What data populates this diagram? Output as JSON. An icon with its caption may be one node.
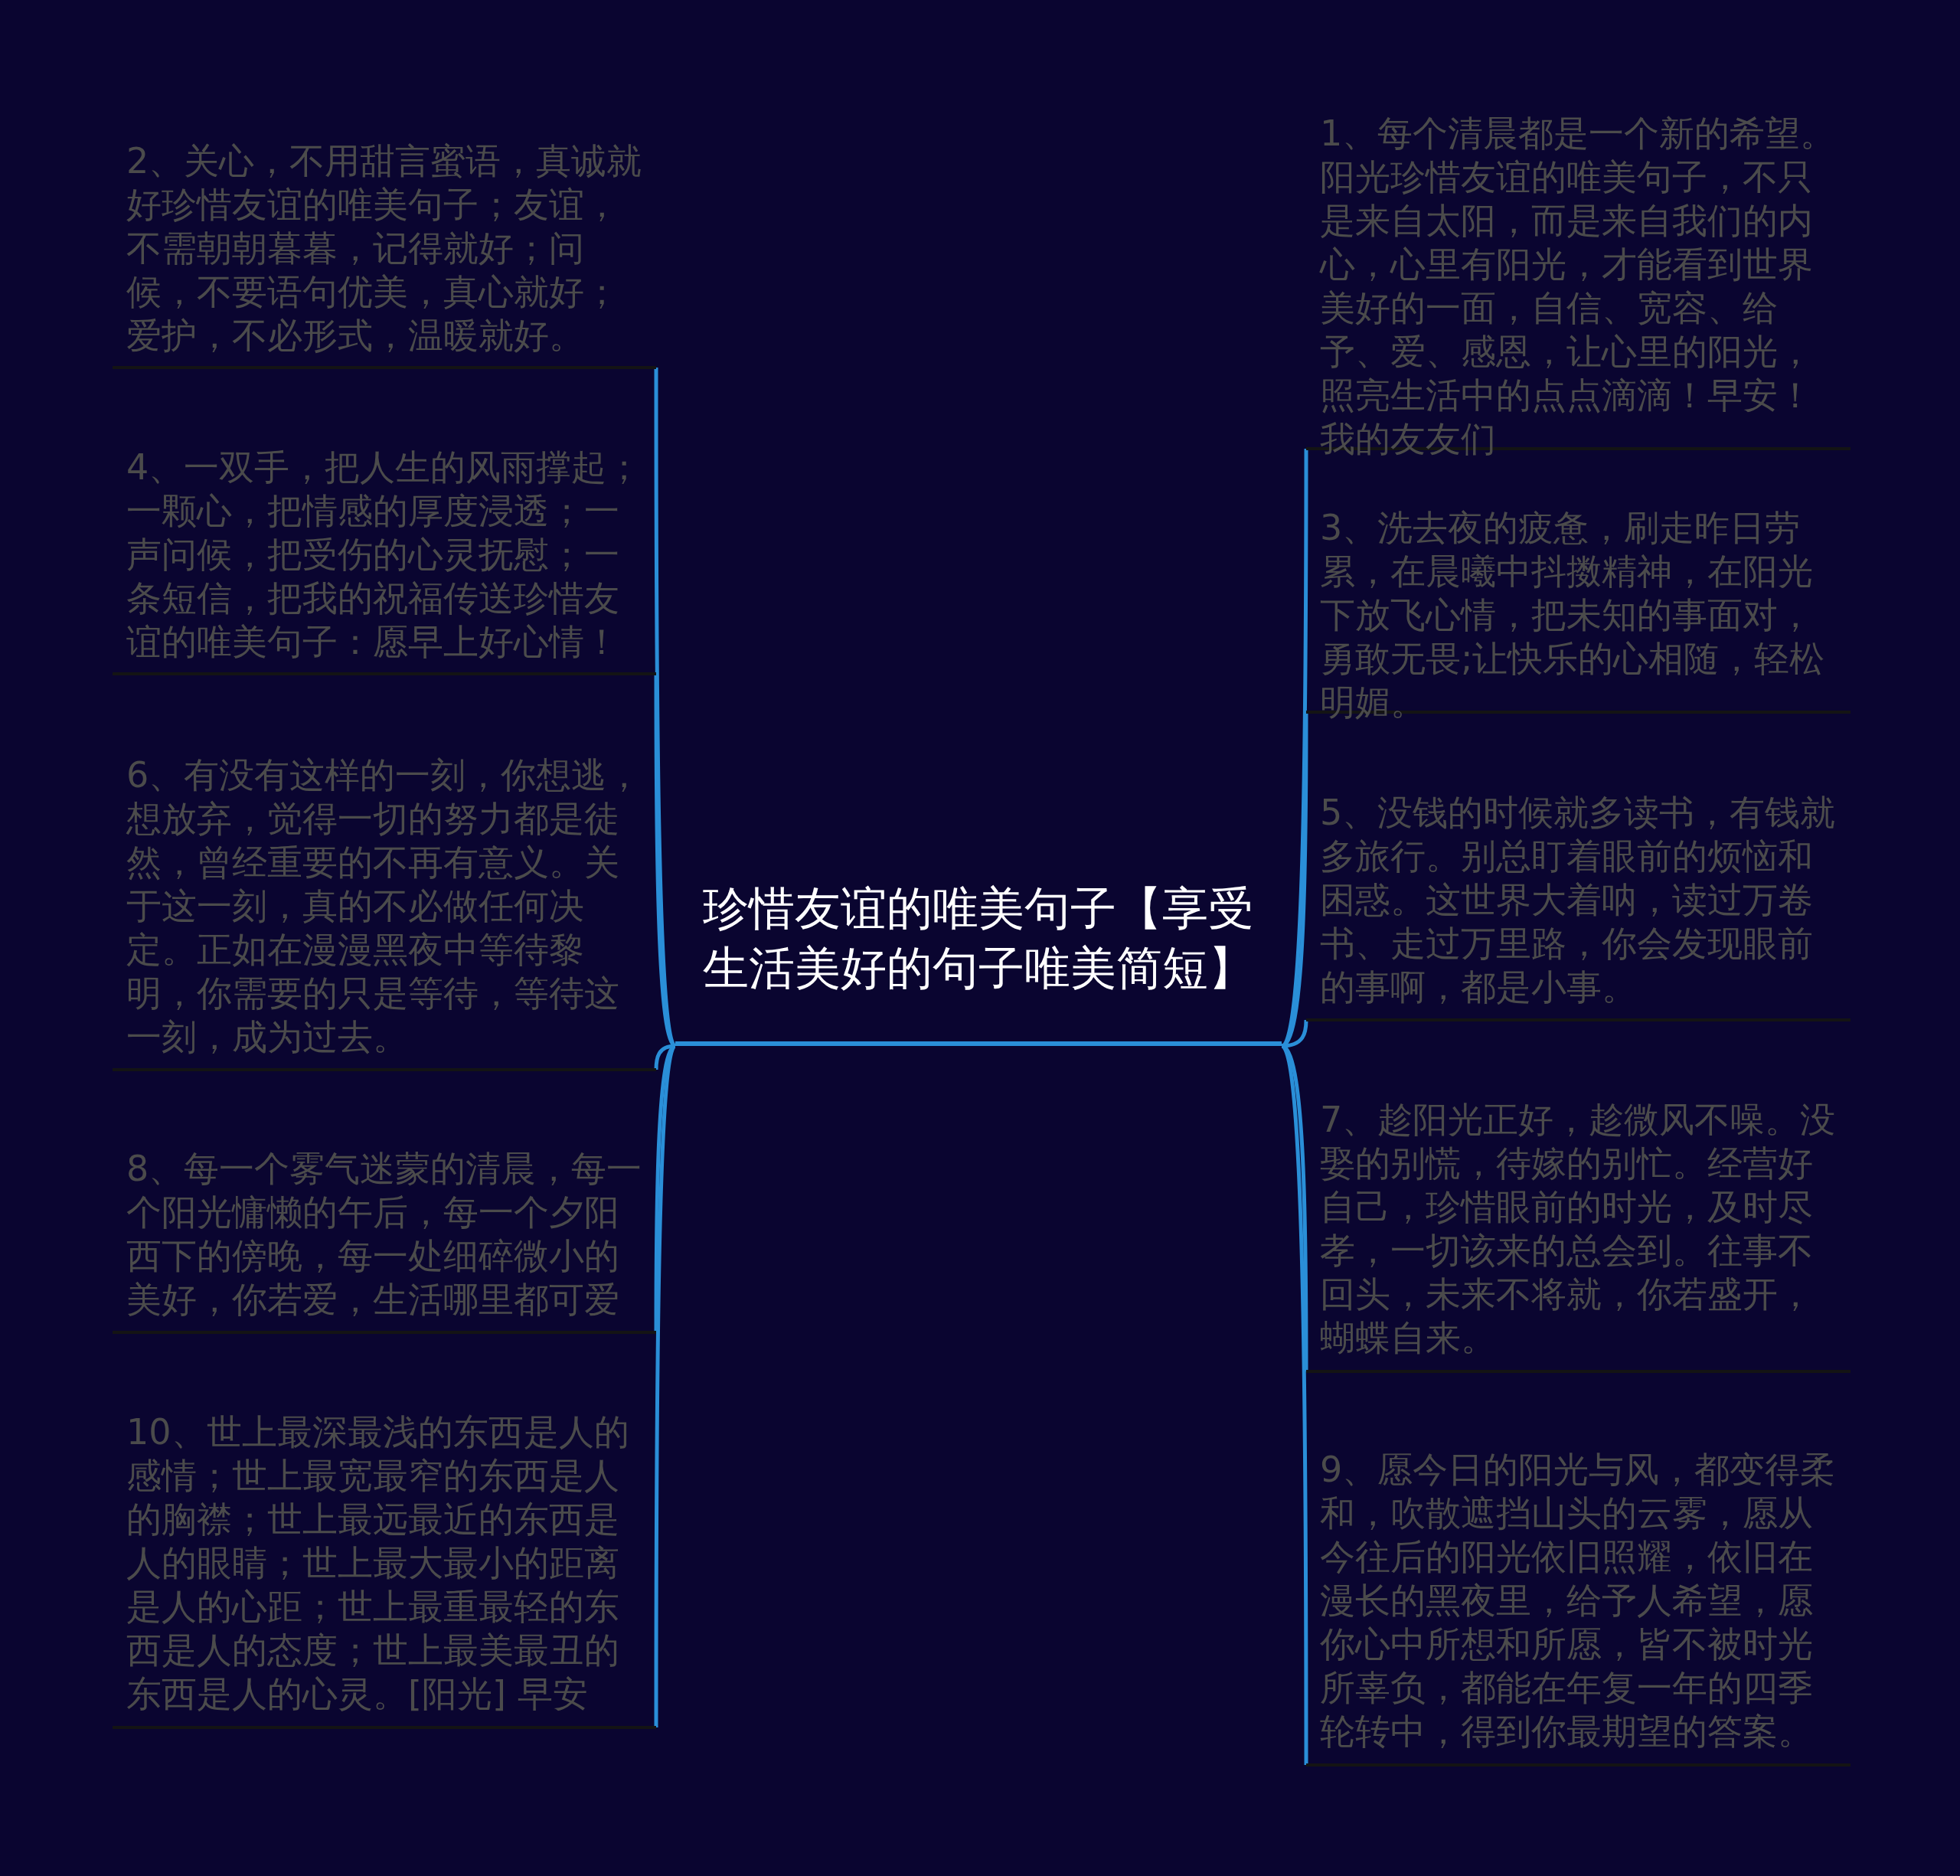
{
  "diagram": {
    "nodes": [
      {
        "text": [
          "珍惜友谊的唯美句子【享受生活美好的句子唯美简短】"
        ]
      },
      {
        "text": [
          "1、每个清晨都是一个新的希望。阳光珍惜友谊的唯美句子，不只是来自太阳，而是来自我们的内心，心里有阳光，才能看到世界美好的一面，自信、宽容、给予、爱、感恩，让心里的阳光，照亮生活中的点点滴滴！早安！我的友友们"
        ]
      },
      {
        "text": [
          "2、关心，不用甜言蜜语，真诚就好珍惜友谊的唯美句子；友谊，不需朝朝暮暮，记得就好；问候，不要语句优美，真心就好；爱护，不必形式，温暖就好。"
        ]
      },
      {
        "text": [
          "3、洗去夜的疲惫，刷走昨日劳累，在晨曦中抖擞精神，在阳光下放飞心情，把未知的事面对，勇敢无畏;让快乐的心相随，轻松明媚。"
        ]
      },
      {
        "text": [
          "4、一双手，把人生的风雨撑起；一颗心，把情感的厚度浸透；一声问候，把受伤的心灵抚慰；一条短信，把我的祝福传送珍惜友谊的唯美句子：愿早上好心情！"
        ]
      },
      {
        "text": [
          "5、没钱的时候就多读书，有钱就多旅行。别总盯着眼前的烦恼和困惑。这世界大着呐，读过万卷书、走过万里路，你会发现眼前的事啊，都是小事。"
        ]
      },
      {
        "text": [
          "6、有没有这样的一刻，你想逃，想放弃，觉得一切的努力都是徒然，曾经重要的不再有意义。关于这一刻，真的不必做任何决定。正如在漫漫黑夜中等待黎明，你需要的只是等待，等待这一刻，成为过去。"
        ]
      },
      {
        "text": [
          "7、趁阳光正好，趁微风不噪。没娶的别慌，待嫁的别忙。经营好自己，珍惜眼前的时光，及时尽孝，一切该来的总会到。往事不回头，未来不将就，你若盛开，蝴蝶自来。"
        ]
      },
      {
        "text": [
          "8、每一个雾气迷蒙的清晨，每一个阳光慵懒的午后，每一个夕阳西下的傍晚，每一处细碎微小的美好，你若爱，生活哪里都可爱"
        ]
      },
      {
        "text": [
          "9、愿今日的阳光与风，都变得柔和，吹散遮挡山头的云雾，愿从今往后的阳光依旧照耀，依旧在漫长的黑夜里，给予人希望，愿你心中所想和所愿，皆不被时光所辜负，都能在年复一年的四季轮转中，得到你最期望的答案。"
        ]
      },
      {
        "text": [
          "10、世上最深最浅的东西是人的感情；世上最宽最窄的东西是人的胸襟；世上最远最近的东西是人的眼睛；世上最大最小的距离是人的心距；世上最重最轻的东西是人的态度；世上最美最丑的东西是人的心灵。[阳光] 早安"
        ]
      }
    ],
    "edges": [
      {
        "from": 0,
        "to": 1,
        "arrow": "none"
      },
      {
        "from": 0,
        "to": 2,
        "arrow": "none"
      },
      {
        "from": 0,
        "to": 3,
        "arrow": "none"
      },
      {
        "from": 0,
        "to": 4,
        "arrow": "none"
      },
      {
        "from": 0,
        "to": 5,
        "arrow": "none"
      },
      {
        "from": 0,
        "to": 6,
        "arrow": "none"
      },
      {
        "from": 0,
        "to": 7,
        "arrow": "none"
      },
      {
        "from": 0,
        "to": 8,
        "arrow": "none"
      },
      {
        "from": 0,
        "to": 9,
        "arrow": "none"
      },
      {
        "from": 0,
        "to": 10,
        "arrow": "none"
      }
    ]
  }
}
